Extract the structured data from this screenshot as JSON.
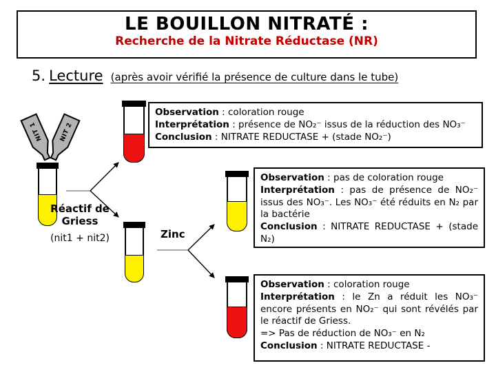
{
  "title": {
    "line1": "LE BOUILLON NITRATÉ :",
    "line2": "Recherche de la Nitrate Réductase (NR)",
    "line2_color": "#C00000"
  },
  "section": {
    "number": "5.",
    "heading": "Lecture",
    "note": "(après avoir vérifié la présence de culture dans le tube)"
  },
  "diagram": {
    "droppers": [
      {
        "label": "NIT 1"
      },
      {
        "label": "NIT 2"
      }
    ],
    "reagent_label": {
      "line1": "Réactif de",
      "line2": "Griess"
    },
    "reagent_sublabel": "(nit1 + nit2)",
    "zinc_label": "Zinc",
    "colors": {
      "tube_yellow": "#FFF100",
      "tube_red": "#EE1111",
      "dropper_gray": "#B3B3B3",
      "cap_black": "#000000",
      "subtitle_red": "#C00000"
    },
    "tubes": [
      {
        "name": "source-tube",
        "liquid": "yellow"
      },
      {
        "name": "griess-red-tube",
        "liquid": "red"
      },
      {
        "name": "zinc-source-tube",
        "liquid": "yellow"
      },
      {
        "name": "zinc-no-color-tube",
        "liquid": "yellow"
      },
      {
        "name": "zinc-red-tube",
        "liquid": "red"
      }
    ]
  },
  "boxes": [
    {
      "lines": [
        {
          "label": "Observation",
          "text": " : coloration rouge"
        },
        {
          "label": "Interprétation",
          "text": " : présence de NO₂⁻ issus de la réduction des NO₃⁻"
        },
        {
          "label": "Conclusion",
          "text": " : NITRATE REDUCTASE + (stade NO₂⁻)"
        }
      ]
    },
    {
      "lines": [
        {
          "label": "Observation",
          "text": " : pas de coloration rouge"
        },
        {
          "label": "Interprétation",
          "text": " : pas de présence de NO₂⁻ issus des NO₃⁻. Les NO₃⁻ été réduits en N₂ par la bactérie"
        },
        {
          "label": "Conclusion",
          "text": " : NITRATE REDUCTASE + (stade N₂)"
        }
      ]
    },
    {
      "lines": [
        {
          "label": "Observation",
          "text": " : coloration rouge"
        },
        {
          "label": "Interprétation",
          "text": " : le Zn a réduit les NO₃⁻ encore présents en NO₂⁻ qui sont révélés par le réactif de Griess."
        },
        {
          "label": "",
          "text": "=> Pas de réduction de NO₃⁻ en N₂"
        },
        {
          "label": "Conclusion",
          "text": " : NITRATE REDUCTASE -"
        }
      ]
    }
  ]
}
